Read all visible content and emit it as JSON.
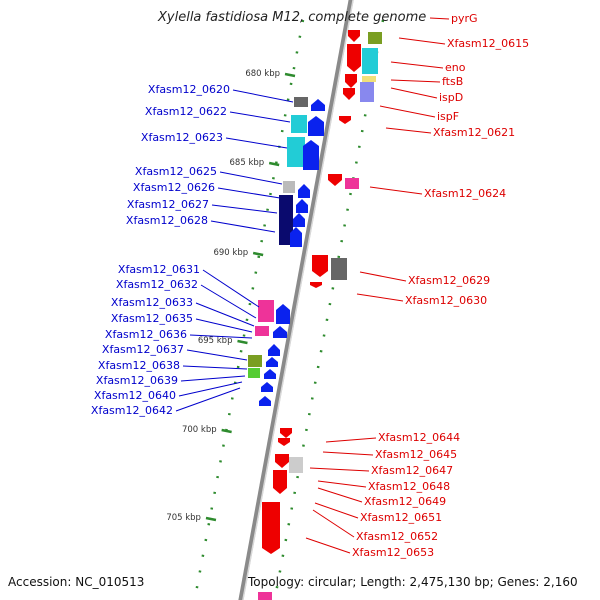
{
  "title": "Xylella fastidiosa M12, complete genome",
  "footer": {
    "accession": "Accession: NC_010513",
    "topology": "Topology: circular; Length: 2,475,130 bp; Genes: 2,160"
  },
  "colors": {
    "backbone": "#8a8a8a",
    "tick": "#2e8b2e",
    "plus_label": "#0000cc",
    "minus_label": "#dd0000",
    "minus_gene": "#ee0000",
    "plus_gene": "#0a22ee"
  },
  "ruler": [
    "680 kbp",
    "685 kbp",
    "690 kbp",
    "695 kbp",
    "700 kbp",
    "705 kbp"
  ],
  "left_labels": [
    "Xfasm12_0620",
    "Xfasm12_0622",
    "Xfasm12_0623",
    "Xfasm12_0625",
    "Xfasm12_0626",
    "Xfasm12_0627",
    "Xfasm12_0628",
    "Xfasm12_0631",
    "Xfasm12_0632",
    "Xfasm12_0633",
    "Xfasm12_0635",
    "Xfasm12_0636",
    "Xfasm12_0637",
    "Xfasm12_0638",
    "Xfasm12_0639",
    "Xfasm12_0640",
    "Xfasm12_0642"
  ],
  "right_labels": [
    "pyrG",
    "Xfasm12_0615",
    "eno",
    "ftsB",
    "ispD",
    "ispF",
    "Xfasm12_0621",
    "Xfasm12_0624",
    "Xfasm12_0629",
    "Xfasm12_0630",
    "Xfasm12_0644",
    "Xfasm12_0645",
    "Xfasm12_0647",
    "Xfasm12_0648",
    "Xfasm12_0649",
    "Xfasm12_0651",
    "Xfasm12_0652",
    "Xfasm12_0653"
  ]
}
